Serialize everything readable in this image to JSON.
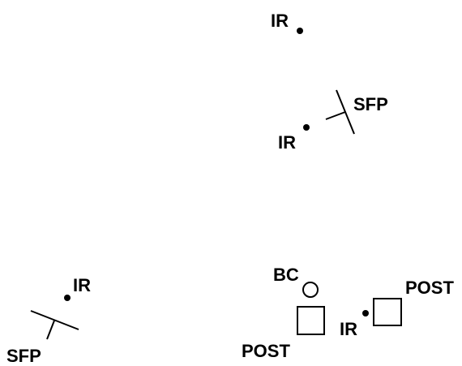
{
  "symbols": {
    "dot_color": "#000000",
    "line_color": "#000000"
  },
  "labels": {
    "ir_top": "IR",
    "ir_mid": "IR",
    "sfp_mid": "SFP",
    "ir_left": "IR",
    "sfp_left": "SFP",
    "bc": "BC",
    "post_left": "POST",
    "ir_right": "IR",
    "post_right": "POST"
  }
}
